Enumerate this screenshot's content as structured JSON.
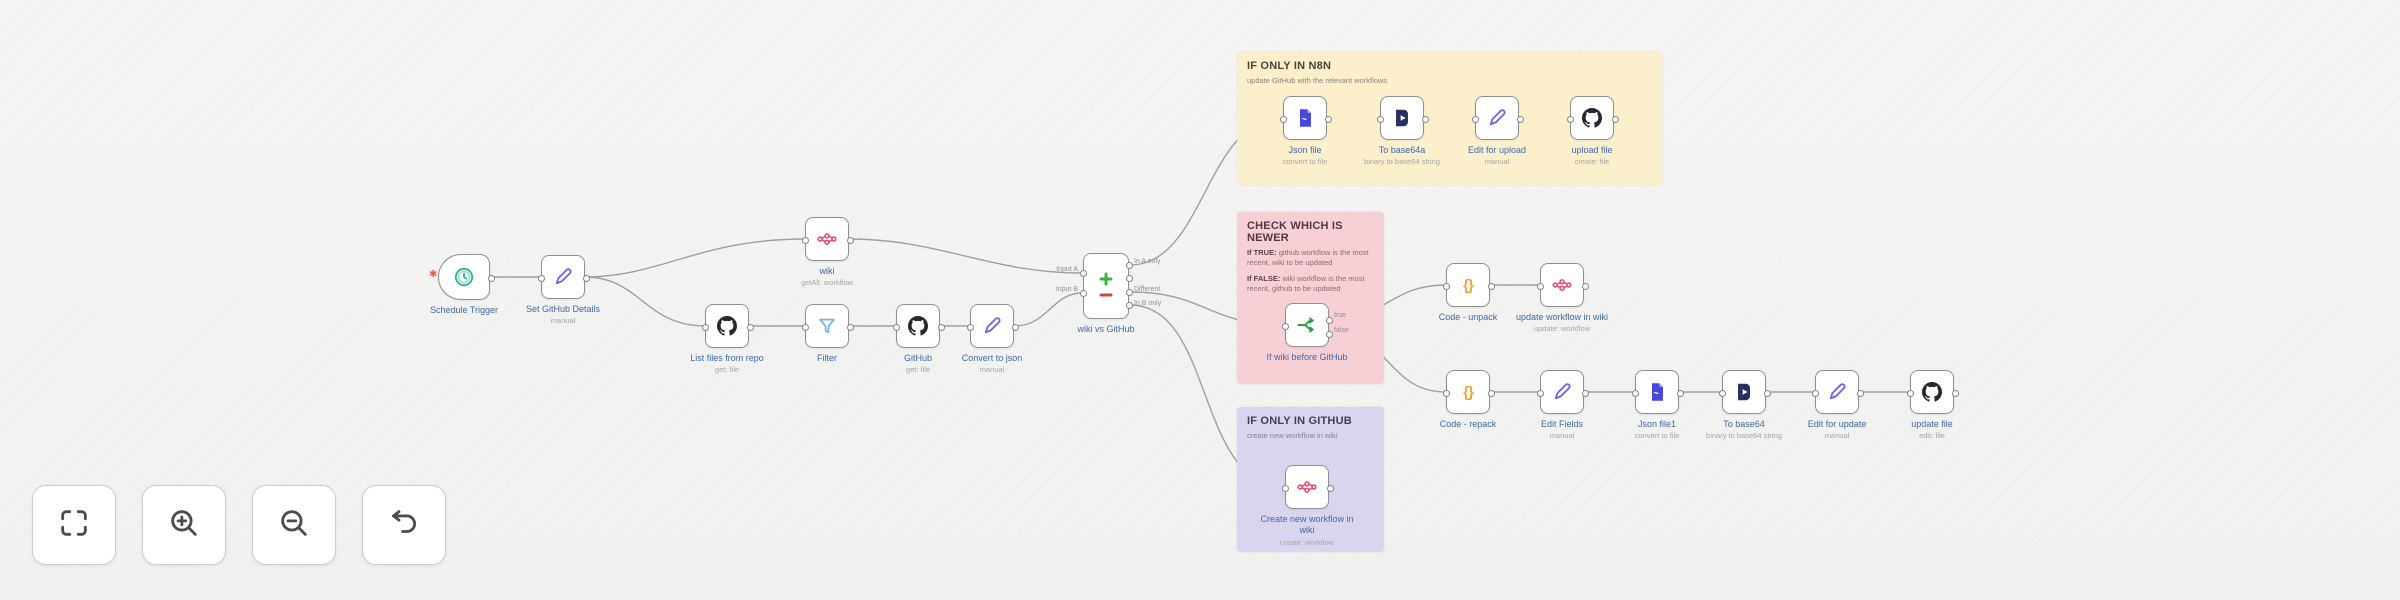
{
  "colors": {
    "accent_pink": "#ea4b71",
    "sticky_yellow": "#fcf0cc",
    "sticky_red": "#f7d0d5",
    "sticky_purple": "#dad5ef",
    "edge": "#9f9f9f",
    "node_label": "#3e68ad"
  },
  "canvas": {
    "warning_marker": "✱",
    "nodes": [
      {
        "id": "schedule-trigger",
        "label": "Schedule Trigger",
        "sublabel": "",
        "icon": "clock"
      },
      {
        "id": "set-github-details",
        "label": "Set GitHub Details",
        "sublabel": "manual",
        "icon": "pencil"
      },
      {
        "id": "wiki",
        "label": "wiki",
        "sublabel": "getAll: workflow",
        "icon": "n8n"
      },
      {
        "id": "list-files-from-repo",
        "label": "List files from repo",
        "sublabel": "get: file",
        "icon": "github"
      },
      {
        "id": "filter",
        "label": "Filter",
        "sublabel": "",
        "icon": "filter"
      },
      {
        "id": "github",
        "label": "GitHub",
        "sublabel": "get: file",
        "icon": "github"
      },
      {
        "id": "convert-to-json",
        "label": "Convert to json",
        "sublabel": "manual",
        "icon": "pencil"
      },
      {
        "id": "compare",
        "label": "wiki vs GitHub",
        "sublabel": "",
        "icon": "compare"
      },
      {
        "id": "json-file",
        "label": "Json file",
        "sublabel": "convert to file",
        "icon": "file-blue"
      },
      {
        "id": "to-base64a",
        "label": "To base64a",
        "sublabel": "binary to base64 string",
        "icon": "file-dark"
      },
      {
        "id": "edit-for-upload",
        "label": "Edit for upload",
        "sublabel": "manual",
        "icon": "pencil"
      },
      {
        "id": "upload-file",
        "label": "upload file",
        "sublabel": "create: file",
        "icon": "github"
      },
      {
        "id": "if-wiki-before-github",
        "label": "If wiki before GitHub",
        "sublabel": "",
        "icon": "if"
      },
      {
        "id": "code-unpack",
        "label": "Code - unpack",
        "sublabel": "",
        "icon": "code"
      },
      {
        "id": "update-workflow-in-wiki",
        "label": "update workflow in wiki",
        "sublabel": "update: workflow",
        "icon": "n8n"
      },
      {
        "id": "code-repack",
        "label": "Code - repack",
        "sublabel": "",
        "icon": "code"
      },
      {
        "id": "edit-fields",
        "label": "Edit Fields",
        "sublabel": "manual",
        "icon": "pencil"
      },
      {
        "id": "json-file1",
        "label": "Json file1",
        "sublabel": "convert to file",
        "icon": "file-blue"
      },
      {
        "id": "to-base64",
        "label": "To base64",
        "sublabel": "binary to base64 string",
        "icon": "file-dark"
      },
      {
        "id": "edit-for-update",
        "label": "Edit for update",
        "sublabel": "manual",
        "icon": "pencil"
      },
      {
        "id": "update-file",
        "label": "update file",
        "sublabel": "edit: file",
        "icon": "github"
      },
      {
        "id": "create-new-workflow-in-wiki",
        "label": "Create new workflow in wiki",
        "sublabel": "create: workflow",
        "icon": "n8n"
      }
    ],
    "edge_labels": {
      "input_a": "Input A",
      "input_b": "Input B",
      "in_a_only": "In A only",
      "different": "Different",
      "in_b_only": "In B only",
      "if_true": "true",
      "if_false": "false"
    }
  },
  "stickies": {
    "yellow": {
      "title": "IF ONLY IN N8N",
      "body": "update GitHub with the relevant workflows"
    },
    "red": {
      "title": "CHECK WHICH IS NEWER",
      "p1_lead": "If TRUE:",
      "p1_text": "github workflow is the most recent, wiki to be updated",
      "p2_lead": "If FALSE:",
      "p2_text": "wiki workflow is the most recent, github to be updated"
    },
    "purple": {
      "title": "IF ONLY IN GITHUB",
      "body": "create new workflow in wiki"
    }
  },
  "toolbar": {
    "buttons": [
      {
        "id": "fit-view",
        "icon": "fit-view-icon"
      },
      {
        "id": "zoom-in",
        "icon": "zoom-in-icon"
      },
      {
        "id": "zoom-out",
        "icon": "zoom-out-icon"
      },
      {
        "id": "undo",
        "icon": "undo-icon"
      }
    ]
  }
}
